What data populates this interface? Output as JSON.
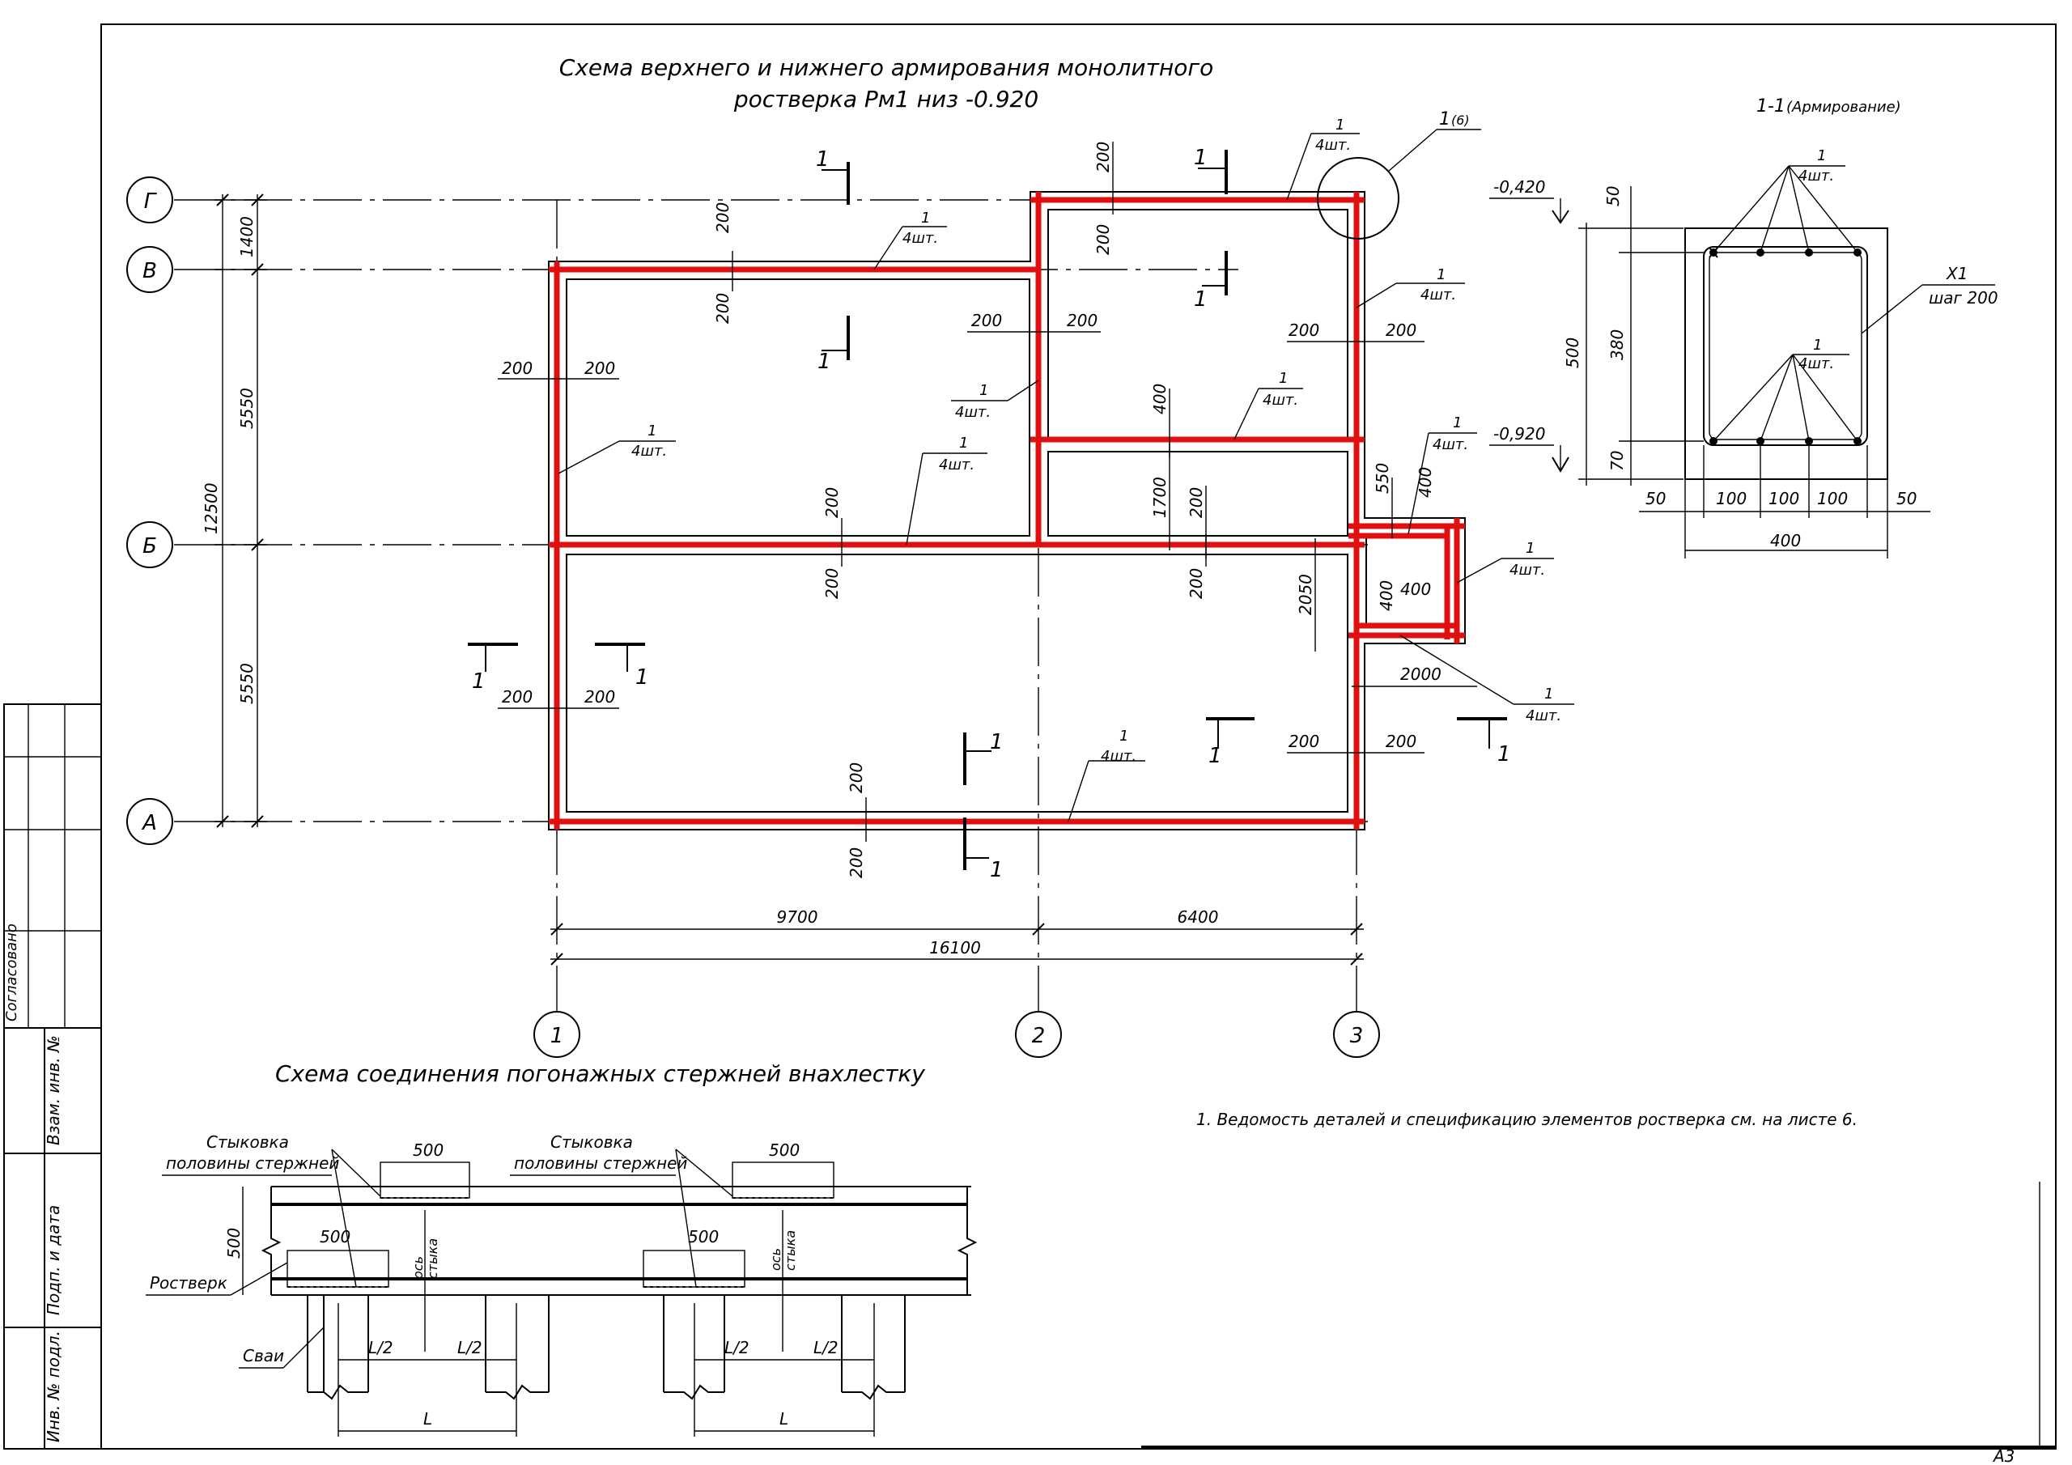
{
  "titles": {
    "main_line1": "Схема верхнего и нижнего армирования монолитного",
    "main_line2": "ростверка Рм1 низ -0.920",
    "section": "1-1",
    "section_sub": "(Армирование)",
    "lap": "Схема соединения погонажных стержней внахлестку"
  },
  "note": "1. Ведомость деталей и спецификацию элементов ростверка см. на листе 6.",
  "axes": {
    "rows": [
      "Г",
      "В",
      "Б",
      "А"
    ],
    "cols": [
      "1",
      "2",
      "3"
    ]
  },
  "callout": {
    "mark": "1",
    "qty": "4шт.",
    "detail": "1",
    "detail_qty": "(6)"
  },
  "section_mark": "1",
  "dims": {
    "d200": "200",
    "d400": "400",
    "d550": "550",
    "d1700": "1700",
    "d2050": "2050",
    "d2000": "2000",
    "d1400": "1400",
    "d5550": "5550",
    "d12500": "12500",
    "d9700": "9700",
    "d6400": "6400",
    "d16100": "16100"
  },
  "section_view": {
    "lvl_top": "-0,420",
    "lvl_bot": "-0,920",
    "h50": "50",
    "h500": "500",
    "h380": "380",
    "h70": "70",
    "w50": "50",
    "w100": "100",
    "w400": "400",
    "stirrup": "Х1",
    "stirrup_step": "шаг 200"
  },
  "lap_view": {
    "joint_label": "Стыковка",
    "joint_label2": "половины стержней",
    "len500": "500",
    "axis_label": "ось",
    "axis_label2": "стыка",
    "grillage": "Ростверк",
    "piles": "Сваи",
    "half": "L/2",
    "full": "L"
  },
  "stamp": {
    "agreed": "Согласовано",
    "inv_replace": "Взам. инв. №",
    "sign_date": "Подп. и дата",
    "inv_orig": "Инв. № подл."
  },
  "format": "А3"
}
